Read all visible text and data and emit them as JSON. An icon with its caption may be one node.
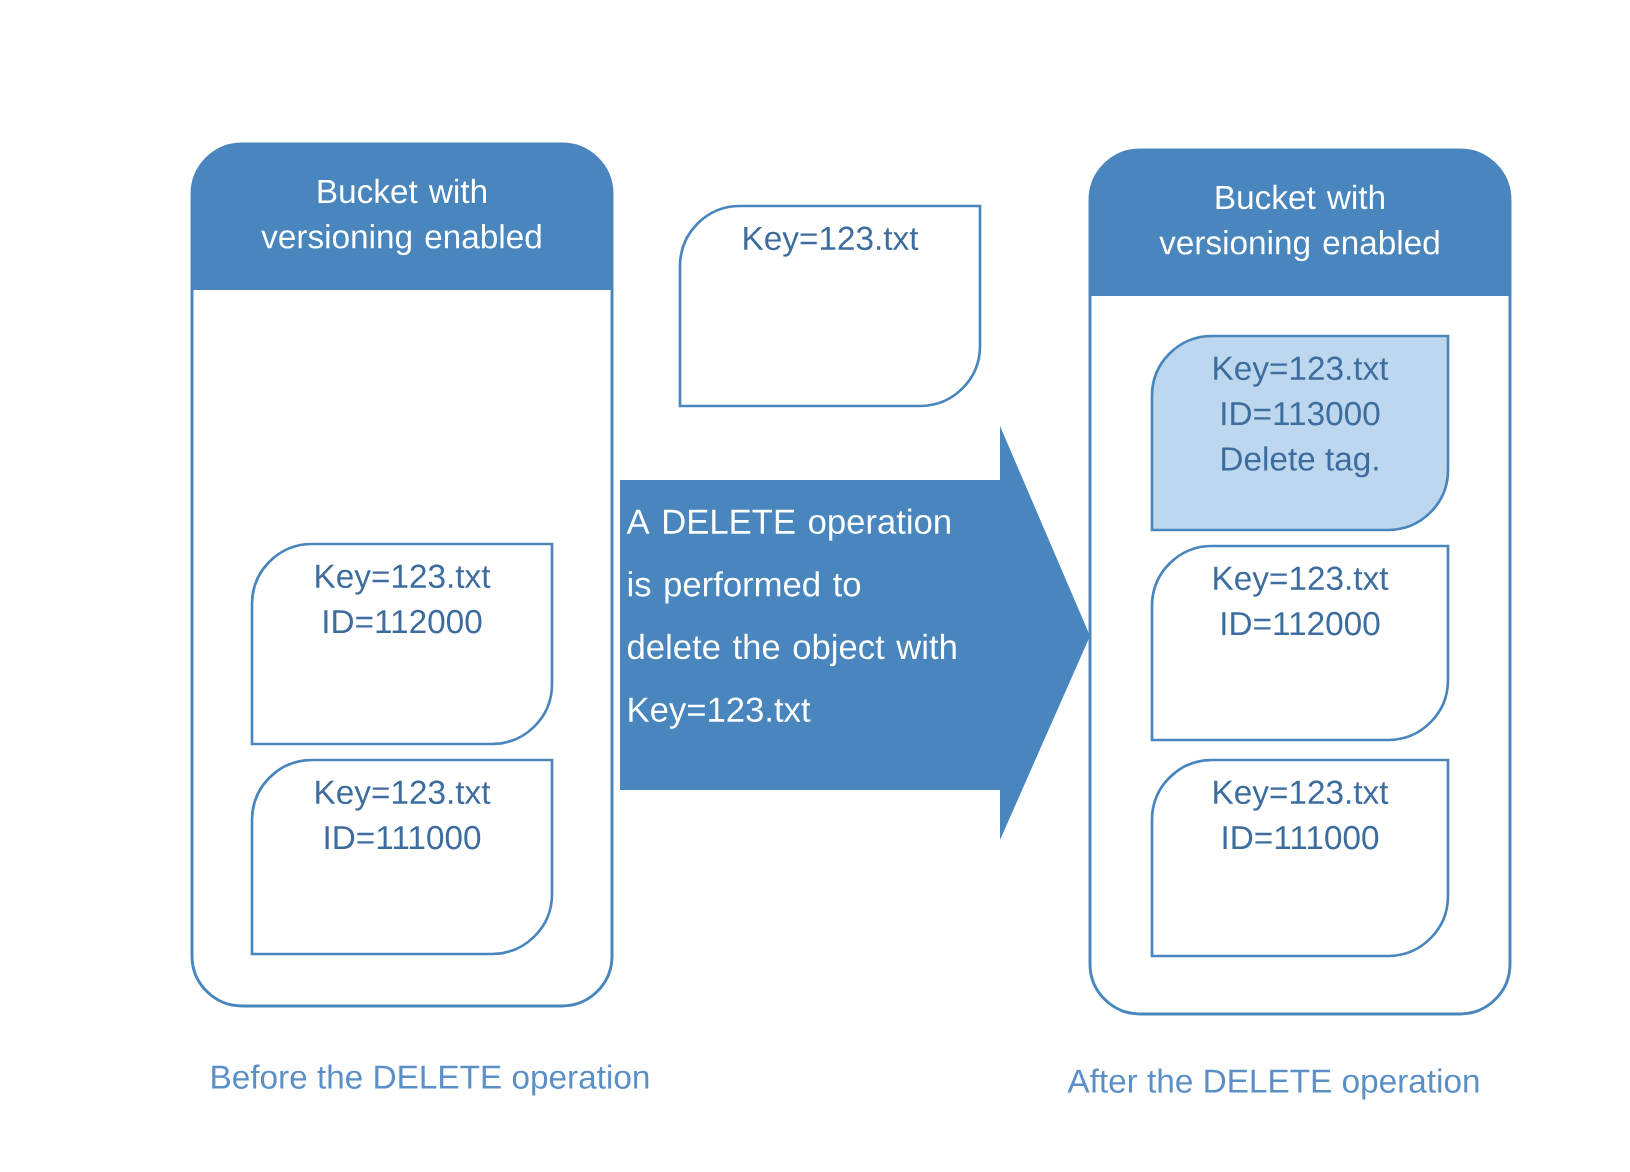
{
  "diagram": {
    "nodes": [
      {
        "text": [
          "Bucket with versioning enabled"
        ],
        "beside": [
          "Before the DELETE operation"
        ]
      },
      {
        "text": [
          "Key=123.txt",
          "ID=112000"
        ],
        "in": 0
      },
      {
        "text": [
          "Key=123.txt",
          "ID=111000"
        ],
        "in": 0
      },
      {
        "text": [
          "Key=123.txt"
        ]
      },
      {
        "text": [
          "A DELETE operation is performed to delete the object with Key=123.txt"
        ]
      },
      {
        "text": [
          "Bucket with versioning enabled"
        ],
        "beside": [
          "After the DELETE operation"
        ]
      },
      {
        "text": [
          "Key=123.txt",
          "ID=113000",
          "Delete tag."
        ],
        "in": 5
      },
      {
        "text": [
          "Key=123.txt",
          "ID=112000"
        ],
        "in": 5
      },
      {
        "text": [
          "Key=123.txt",
          "ID=111000"
        ],
        "in": 5
      }
    ]
  }
}
